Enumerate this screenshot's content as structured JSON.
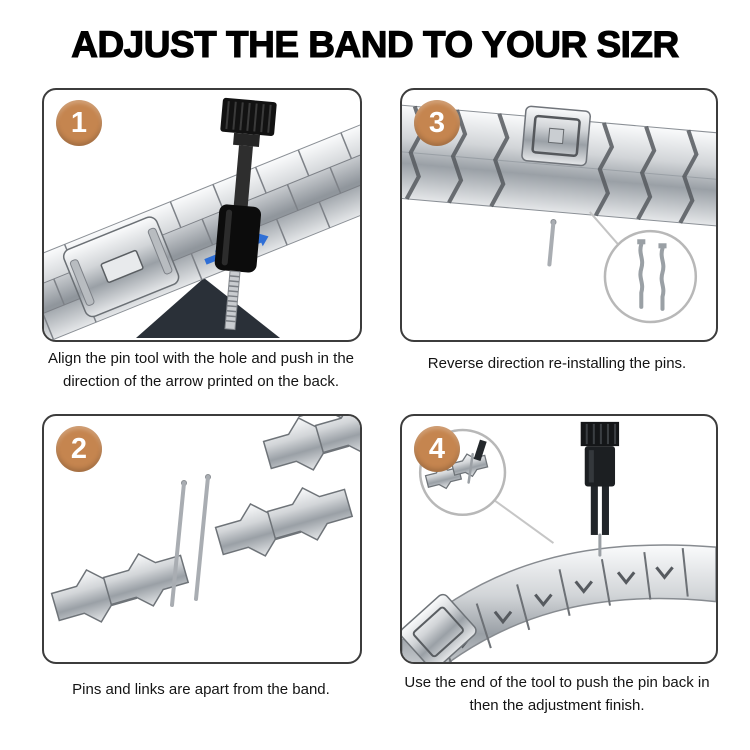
{
  "title": "ADJUST THE BAND TO YOUR SIZR",
  "steps": [
    {
      "number": "1",
      "caption": "Align the pin tool with the hole and push in the direction of the arrow printed on the back."
    },
    {
      "number": "2",
      "caption": "Pins and links are apart from the band."
    },
    {
      "number": "3",
      "caption": "Reverse direction re-installing the pins."
    },
    {
      "number": "4",
      "caption": "Use the end of the tool to push the pin back in then the adjustment finish."
    }
  ],
  "colors": {
    "badge": "#c5854f",
    "panel_border": "#3c3c3c",
    "arrow_blue": "#2f6fd6"
  }
}
